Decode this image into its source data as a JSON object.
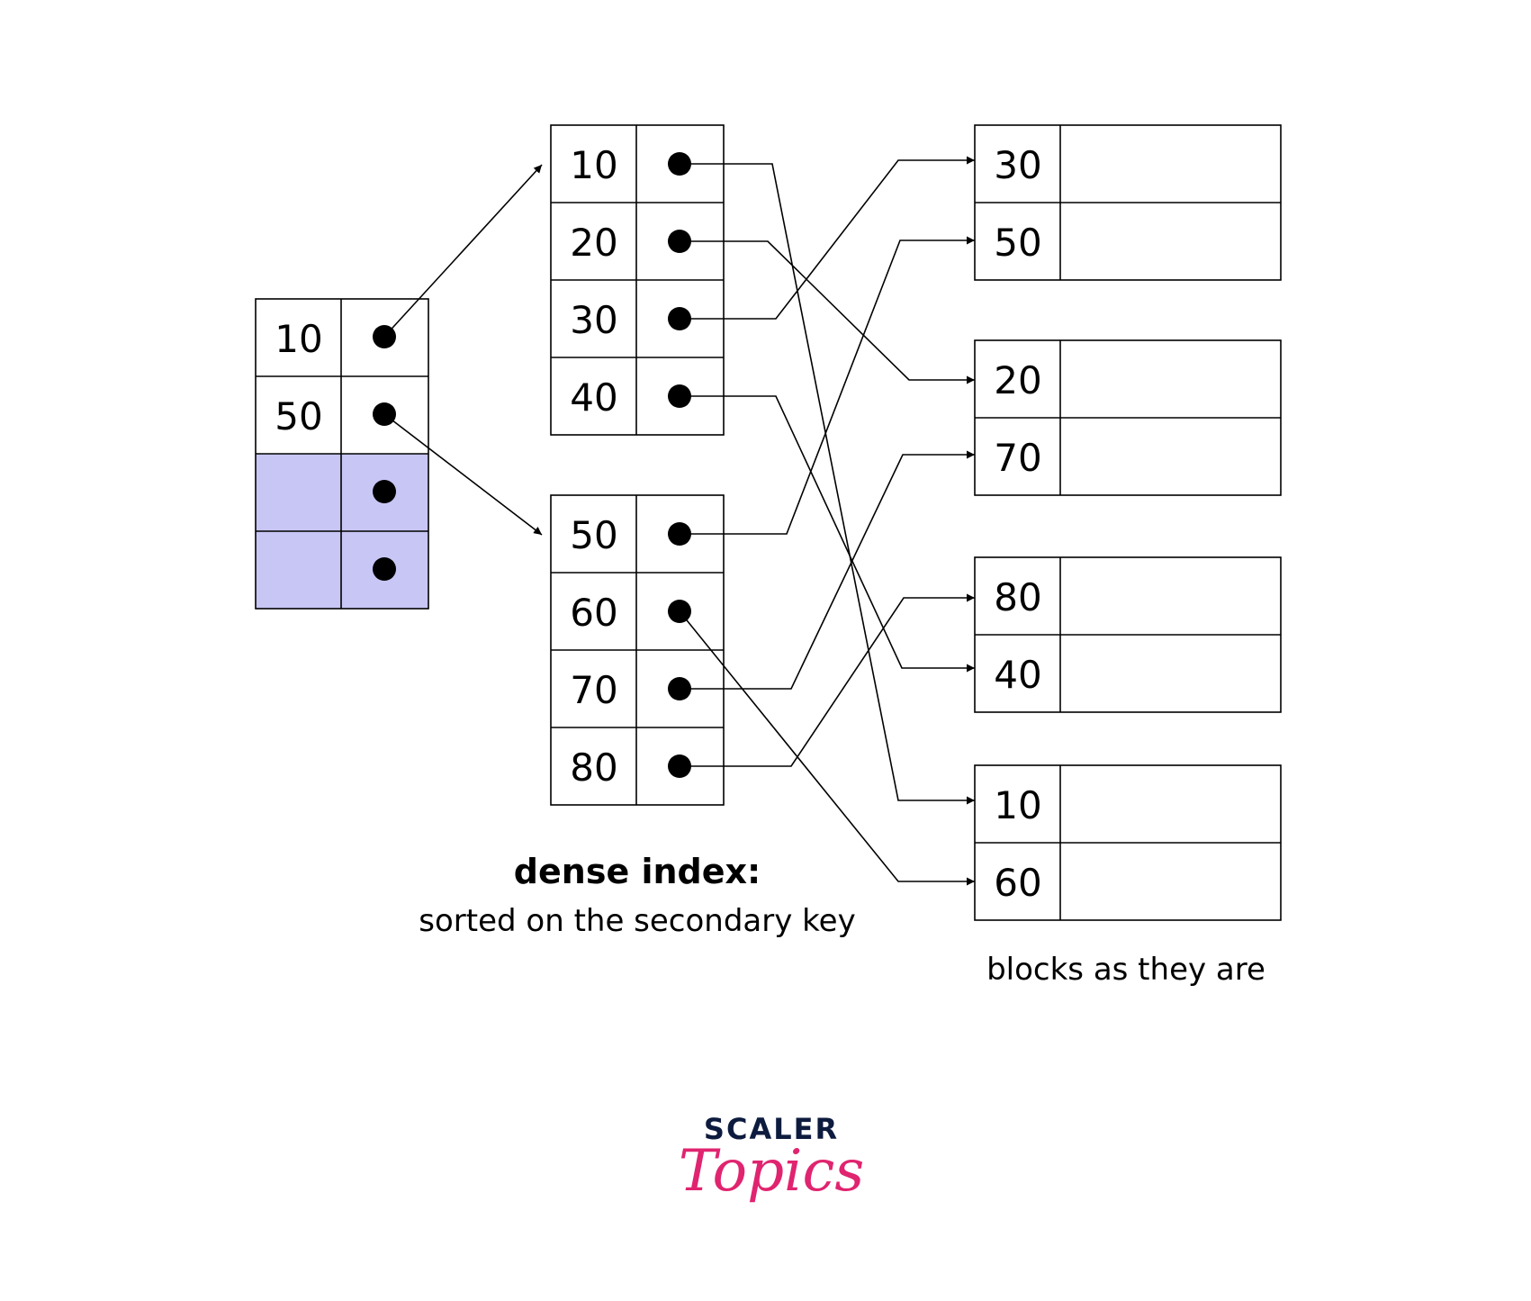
{
  "diagram": {
    "sparse_index": {
      "keys": [
        "10",
        "50",
        "",
        ""
      ],
      "colors": {
        "used": "#ffffff",
        "unused": "#c8c6f5"
      }
    },
    "dense_index": {
      "block_a_keys": [
        "10",
        "20",
        "30",
        "40"
      ],
      "block_b_keys": [
        "50",
        "60",
        "70",
        "80"
      ]
    },
    "data_blocks": [
      [
        "30",
        "50"
      ],
      [
        "20",
        "70"
      ],
      [
        "80",
        "40"
      ],
      [
        "10",
        "60"
      ]
    ],
    "captions": {
      "dense_title": "dense index:",
      "dense_subtitle": "sorted on the secondary key",
      "blocks_caption": "blocks as they are"
    },
    "logo": {
      "top": "SCALER",
      "bottom": "Topics",
      "top_color": "#0d1b3e",
      "bottom_color": "#e0246f"
    }
  }
}
